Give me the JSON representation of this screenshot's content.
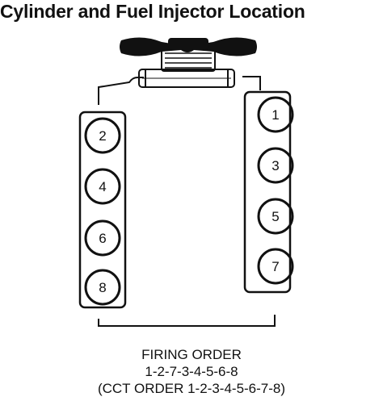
{
  "title": "Cylinder and Fuel Injector Location",
  "cylinders": {
    "left_bank": [
      "2",
      "4",
      "6",
      "8"
    ],
    "right_bank": [
      "1",
      "3",
      "5",
      "7"
    ]
  },
  "caption": {
    "heading": "FIRING ORDER",
    "order": "1-2-7-3-4-5-6-8",
    "cct_order": "(CCT ORDER 1-2-3-4-5-6-7-8)"
  }
}
